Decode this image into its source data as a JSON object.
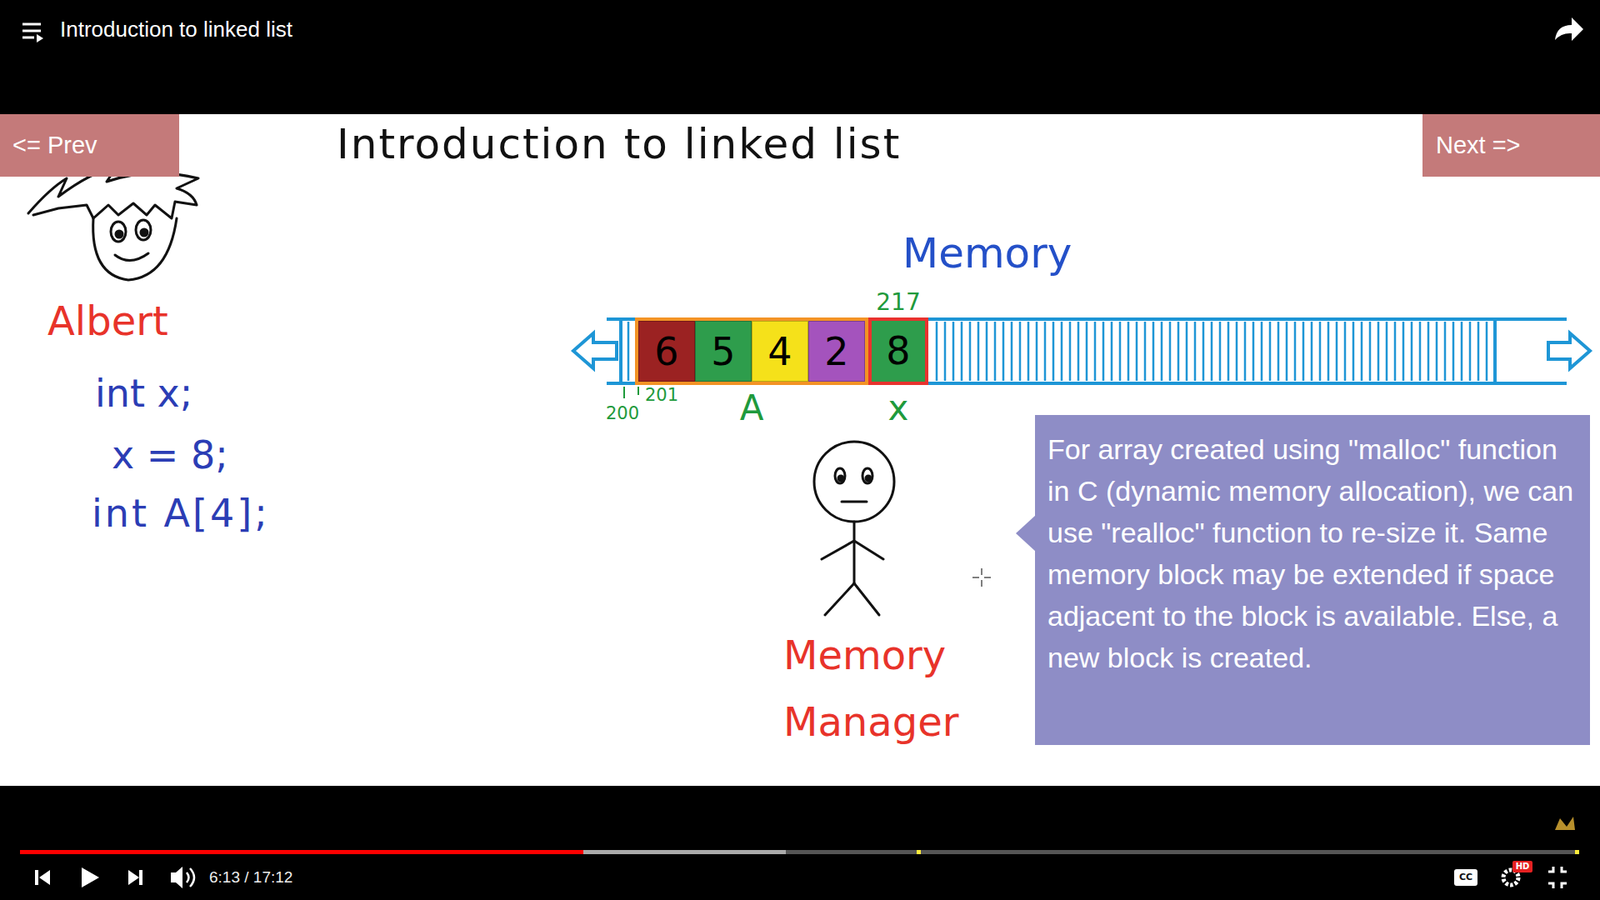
{
  "diagram": {
    "title": "Introduction to linked list",
    "nodes": [
      {
        "text": [
          "<= Prev"
        ]
      },
      {
        "text": [
          "Next =>"
        ]
      },
      {
        "text": [
          "A"
        ]
      },
      {
        "text": [
          "6"
        ],
        "in": 2
      },
      {
        "text": [
          "5"
        ],
        "in": 2
      },
      {
        "text": [
          "4"
        ],
        "in": 2
      },
      {
        "text": [
          "2"
        ],
        "in": 2
      },
      {
        "text": [
          "217",
          "8",
          "x"
        ]
      },
      {
        "text": [
          "For array created using \"malloc\" function in C (dynamic memory allocation), we can use \"realloc\" function to re-size it. Same memory block may be extended if space adjacent to the block is available. Else, a new block is created."
        ]
      }
    ],
    "labels": [
      "Introduction to linked list",
      "Albert",
      "int x;",
      "x = 8;",
      "int A[4];",
      "Memory",
      "200",
      "201",
      "Memory Manager",
      "6:13 / 17:12",
      "CC",
      "HD"
    ]
  }
}
